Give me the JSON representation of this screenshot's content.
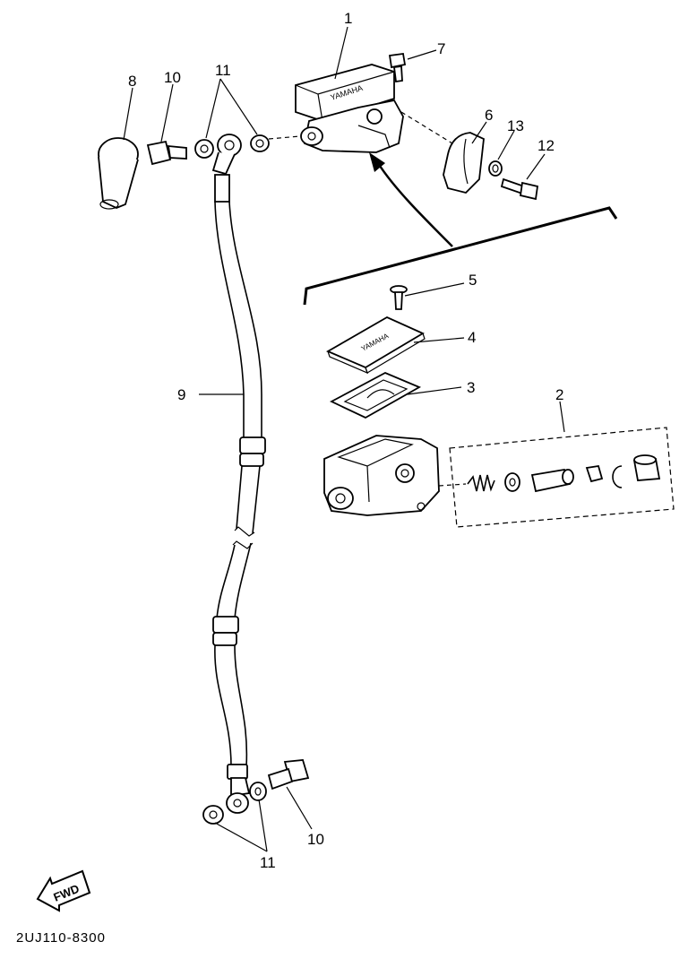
{
  "diagram": {
    "callouts": [
      {
        "id": "c1",
        "text": "1"
      },
      {
        "id": "c2",
        "text": "2"
      },
      {
        "id": "c3",
        "text": "3"
      },
      {
        "id": "c4",
        "text": "4"
      },
      {
        "id": "c5",
        "text": "5"
      },
      {
        "id": "c6",
        "text": "6"
      },
      {
        "id": "c7",
        "text": "7"
      },
      {
        "id": "c8",
        "text": "8"
      },
      {
        "id": "c9",
        "text": "9"
      },
      {
        "id": "c10a",
        "text": "10"
      },
      {
        "id": "c10b",
        "text": "10"
      },
      {
        "id": "c11a",
        "text": "11"
      },
      {
        "id": "c11b",
        "text": "11"
      },
      {
        "id": "c12",
        "text": "12"
      },
      {
        "id": "c13",
        "text": "13"
      }
    ],
    "brand_mark": "YAMAHA",
    "fwd_label": "FWD",
    "drawing_code": "2UJ110-8300"
  }
}
